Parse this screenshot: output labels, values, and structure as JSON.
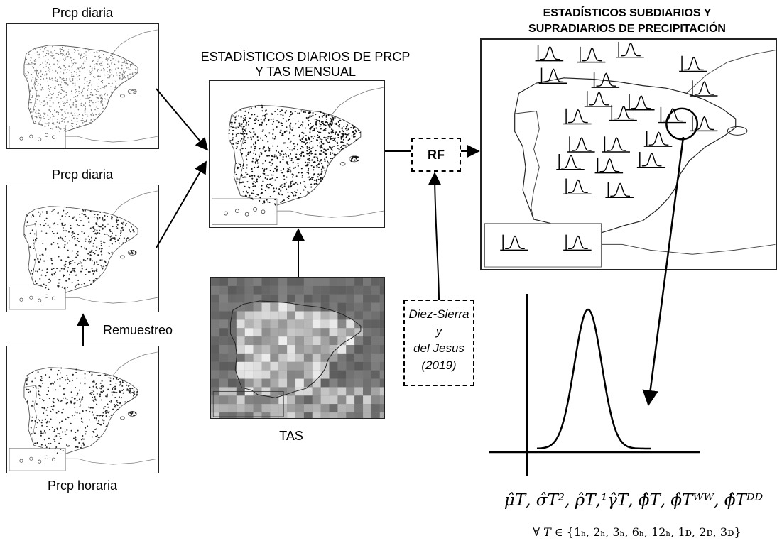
{
  "left_panels": {
    "top_label": "Prcp diaria",
    "middle_label": "Prcp diaria",
    "bottom_label": "Prcp horaria",
    "resample_label": "Remuestreo"
  },
  "center": {
    "title_line1": "ESTADÍSTICOS DIARIOS DE PRCP",
    "title_line2": "Y  TAS MENSUAL",
    "tas_label": "TAS"
  },
  "rf": {
    "label": "RF",
    "reference_lines": [
      "Diez-Sierra",
      "y",
      "del Jesus",
      "(2019)"
    ]
  },
  "right": {
    "title_line1": "ESTADÍSTICOS SUBDIARIOS Y",
    "title_line2": "SUPRADIARIOS DE PRECIPITACIÓN"
  },
  "formula": {
    "statistics": "μ̂_T, σ̂²_T, ρ̂¹_T, γ̂_T, ϕ̂_T, ϕ̂ᵂᵂ_T, ϕ̂ᴰᴰ_T",
    "statistics_display": "μ̂𝑇, σ̂𝑇², ρ̂𝑇,¹γ̂𝑇, ϕ̂𝑇, ϕ̂𝑇ᵂᵂ, ϕ̂𝑇ᴰᴰ",
    "durations": "∀ 𝑇 ∈ {1ₕ, 2ₕ, 3ₕ, 6ₕ, 12ₕ, 1_D, 2_D, 3_D}",
    "durations_display": "∀  𝑇 ∈ {1ₕ, 2ₕ, 3ₕ, 6ₕ, 12ₕ, 1ᴅ, 2ᴅ, 3ᴅ}"
  }
}
